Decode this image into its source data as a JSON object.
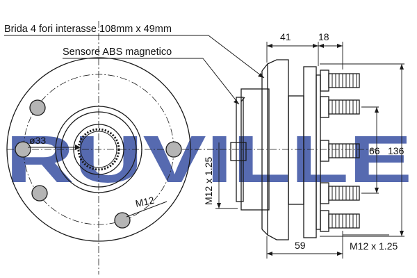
{
  "watermark": {
    "text": "RUVILLE",
    "color": "#27419a"
  },
  "callouts": {
    "flange": "Brida 4 fori interasse 108mm x 49mm",
    "abs_sensor": "Sensore ABS magnetico"
  },
  "front_view": {
    "bore_diameter": "ø33",
    "stud_thread": "M12"
  },
  "side_view": {
    "dim_width_41": "41",
    "dim_width_18": "18",
    "dim_total_59": "59",
    "dim_height_66": "66",
    "dim_height_136": "136",
    "thread_inner": "M12 x 1.25",
    "thread_stud": "M12 x 1.25"
  },
  "colors": {
    "line": "#1a1a1a",
    "hole_fill": "#b5b5b5",
    "watermark": "#27419a"
  }
}
